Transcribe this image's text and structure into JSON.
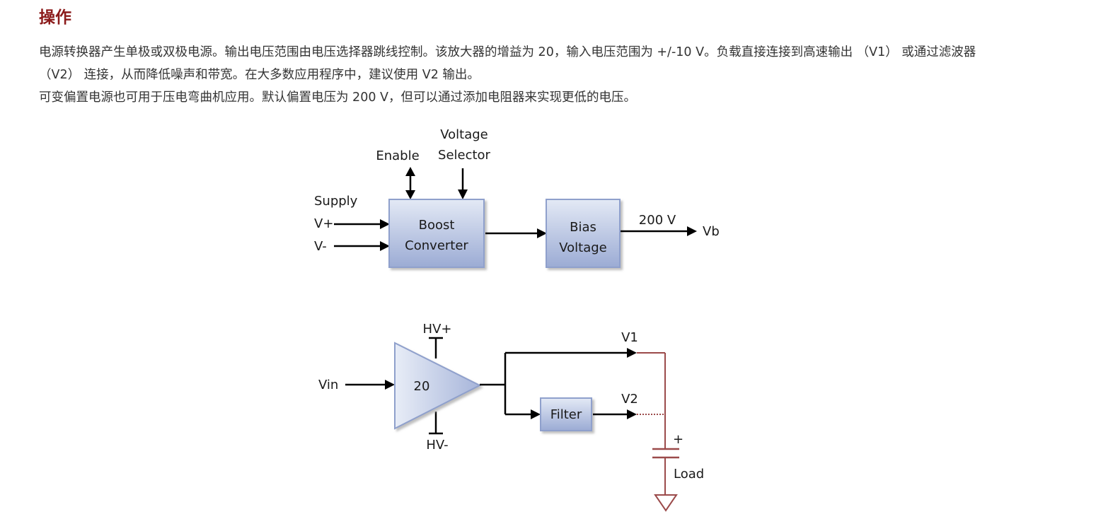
{
  "section": {
    "title": "操作"
  },
  "paragraphs": [
    "电源转换器产生单极或双极电源。输出电压范围由电压选择器跳线控制。该放大器的增益为 20，输入电压范围为 +/-10 V。负载直接连接到高速输出 （V1） 或通过滤波器 （V2） 连接，从而降低噪声和带宽。在大多数应用程序中，建议使用 V2 输出。",
    "可变偏置电源也可用于压电弯曲机应用。默认偏置电压为 200 V，但可以通过添加电阻器来实现更低的电压。"
  ],
  "diagram": {
    "top": {
      "voltage_selector_line1": "Voltage",
      "voltage_selector_line2": "Selector",
      "enable": "Enable",
      "supply": "Supply",
      "v_plus": "V+",
      "v_minus": "V-",
      "boost_line1": "Boost",
      "boost_line2": "Converter",
      "bias_line1": "Bias",
      "bias_line2": "Voltage",
      "output_voltage": "200 V",
      "vb": "Vb"
    },
    "bottom": {
      "hv_plus": "HV+",
      "hv_minus": "HV-",
      "vin": "Vin",
      "gain": "20",
      "filter": "Filter",
      "v1": "V1",
      "v2": "V2",
      "plus": "+",
      "load": "Load"
    },
    "colors": {
      "block_fill_light": "#dfe6f3",
      "block_fill_dark": "#9aaad4",
      "block_border": "#8fa0cc",
      "load_wire": "#9b4a4a",
      "wire": "#000000"
    }
  }
}
